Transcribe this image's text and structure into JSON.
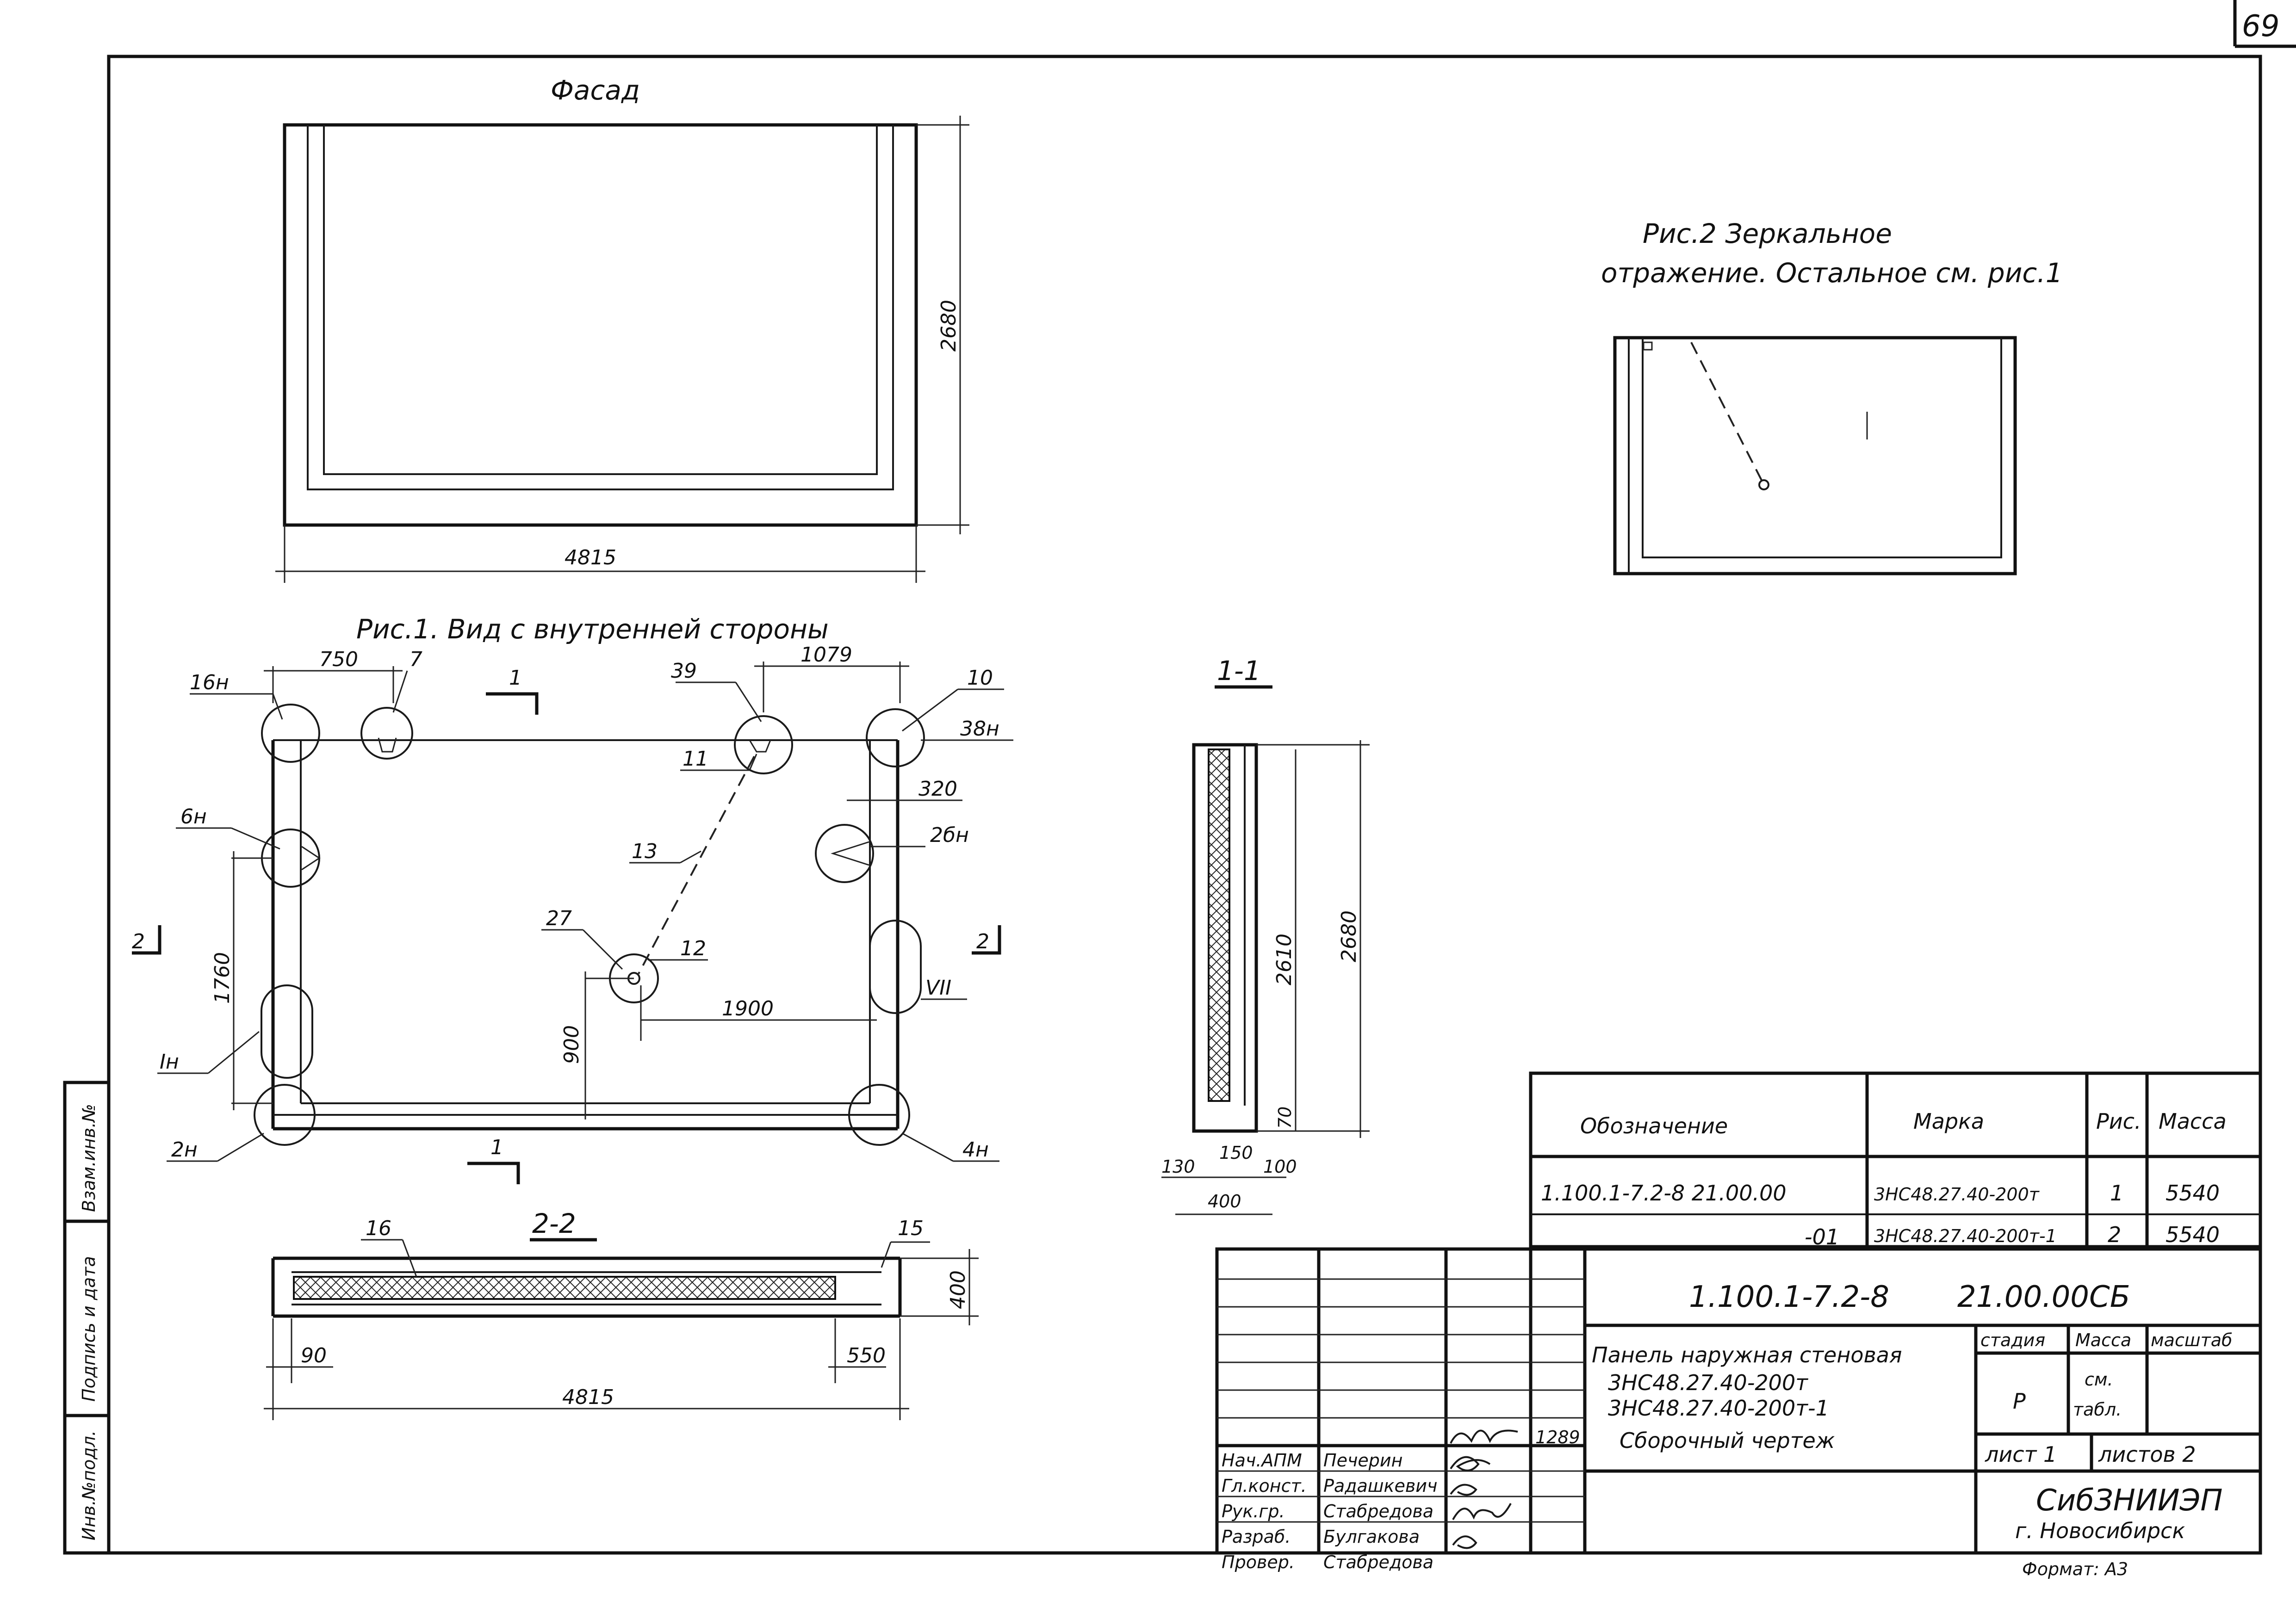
{
  "page_number": "69",
  "views": {
    "facade": {
      "title": "Фасад",
      "height": "2680",
      "width": "4815"
    },
    "fig1": {
      "title": "Рис.1. Вид с внутренней стороны",
      "dims": [
        "750",
        "1079",
        "320",
        "1760",
        "900",
        "1900"
      ],
      "labels": [
        "16н",
        "7",
        "1",
        "39",
        "10",
        "38н",
        "11",
        "6н",
        "2бн",
        "13",
        "27",
        "12",
        "2",
        "Iн",
        "VII",
        "2н",
        "4н",
        "1",
        "2"
      ]
    },
    "fig2": {
      "title_line1": "Рис.2   Зеркальное",
      "title_line2": "отражение. Остальное см. рис.1"
    },
    "section11": {
      "title": "1-1",
      "dims": [
        "2610",
        "2680",
        "70",
        "130",
        "150",
        "100",
        "400"
      ]
    },
    "section22": {
      "title": "2-2",
      "labels": [
        "16",
        "15"
      ],
      "dims": [
        "400",
        "90",
        "550",
        "4815"
      ]
    }
  },
  "spec_table": {
    "headers": [
      "Обозначение",
      "Марка",
      "Рис.",
      "Масса"
    ],
    "rows": [
      [
        "1.100.1-7.2-8   21.00.00",
        "3НС48.27.40-200т",
        "1",
        "5540"
      ],
      [
        "-01",
        "3НС48.27.40-200т-1",
        "2",
        "5540"
      ]
    ]
  },
  "title_block": {
    "doc_code": "1.100.1-7.2-8",
    "doc_suffix": "21.00.00СБ",
    "name_line1": "Панель наружная стеновая",
    "name_line2": "3НС48.27.40-200т",
    "name_line3": "3НС48.27.40-200т-1",
    "name_line4": "Сборочный чертеж",
    "stage_header": "стадия",
    "mass_header": "Масса",
    "scale_header": "масштаб",
    "stage": "Р",
    "mass_line1": "см.",
    "mass_line2": "табл.",
    "sheet": "лист 1",
    "sheets": "листов 2",
    "org": "СибЗНИИЭП",
    "city": "г. Новосибирск",
    "format": "Формат: А3",
    "signers": [
      {
        "role": "Нач.АПМ",
        "name": "Печерин",
        "date": "1289"
      },
      {
        "role": "Гл.конст.",
        "name": "Радашкевич",
        "date": ""
      },
      {
        "role": "Рук.гр.",
        "name": "Стабредова",
        "date": ""
      },
      {
        "role": "Разраб.",
        "name": "Булгакова",
        "date": ""
      },
      {
        "role": "Провер.",
        "name": "Стабредова",
        "date": ""
      }
    ]
  },
  "side_stamp": [
    "Инв.№подл.",
    "Подпись и дата",
    "Взам.инв.№"
  ]
}
